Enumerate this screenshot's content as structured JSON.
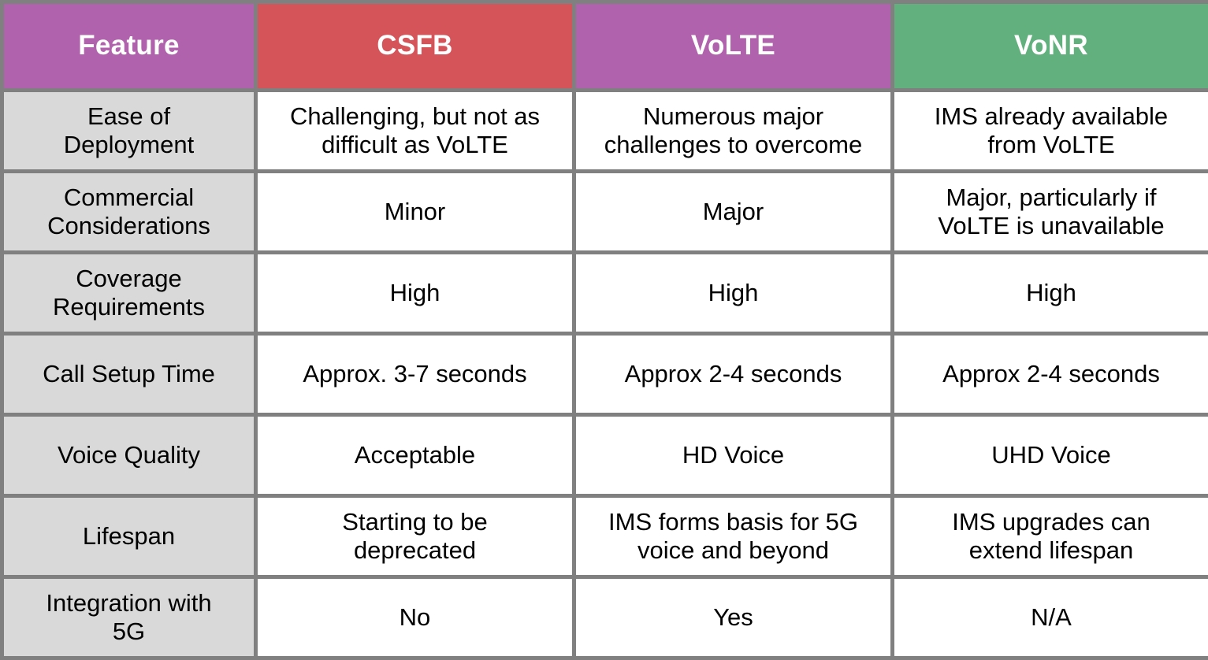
{
  "table": {
    "headers": [
      {
        "label": "Feature",
        "color": "#b162ac"
      },
      {
        "label": "CSFB",
        "color": "#d5545a"
      },
      {
        "label": "VoLTE",
        "color": "#b162ac"
      },
      {
        "label": "VoNR",
        "color": "#62b07d"
      }
    ],
    "rows": [
      {
        "feature": "Ease of\nDeployment",
        "csfb": "Challenging, but not as\ndifficult as VoLTE",
        "volte": "Numerous major\nchallenges to overcome",
        "vonr": "IMS already available\nfrom VoLTE"
      },
      {
        "feature": "Commercial\nConsiderations",
        "csfb": "Minor",
        "volte": "Major",
        "vonr": "Major, particularly if\nVoLTE is unavailable"
      },
      {
        "feature": "Coverage\nRequirements",
        "csfb": "High",
        "volte": "High",
        "vonr": "High"
      },
      {
        "feature": "Call Setup Time",
        "csfb": "Approx. 3-7 seconds",
        "volte": "Approx 2-4 seconds",
        "vonr": "Approx 2-4 seconds"
      },
      {
        "feature": "Voice Quality",
        "csfb": "Acceptable",
        "volte": "HD Voice",
        "vonr": "UHD Voice"
      },
      {
        "feature": "Lifespan",
        "csfb": "Starting to be\ndeprecated",
        "volte": "IMS forms basis for 5G\nvoice and beyond",
        "vonr": "IMS upgrades can\nextend lifespan"
      },
      {
        "feature": "Integration with\n5G",
        "csfb": "No",
        "volte": "Yes",
        "vonr": "N/A"
      }
    ],
    "colors": {
      "border": "#808080",
      "feature_cell_background": "#d9d9d9",
      "value_cell_background": "#ffffff",
      "header_text": "#ffffff",
      "body_text": "#000000"
    }
  }
}
